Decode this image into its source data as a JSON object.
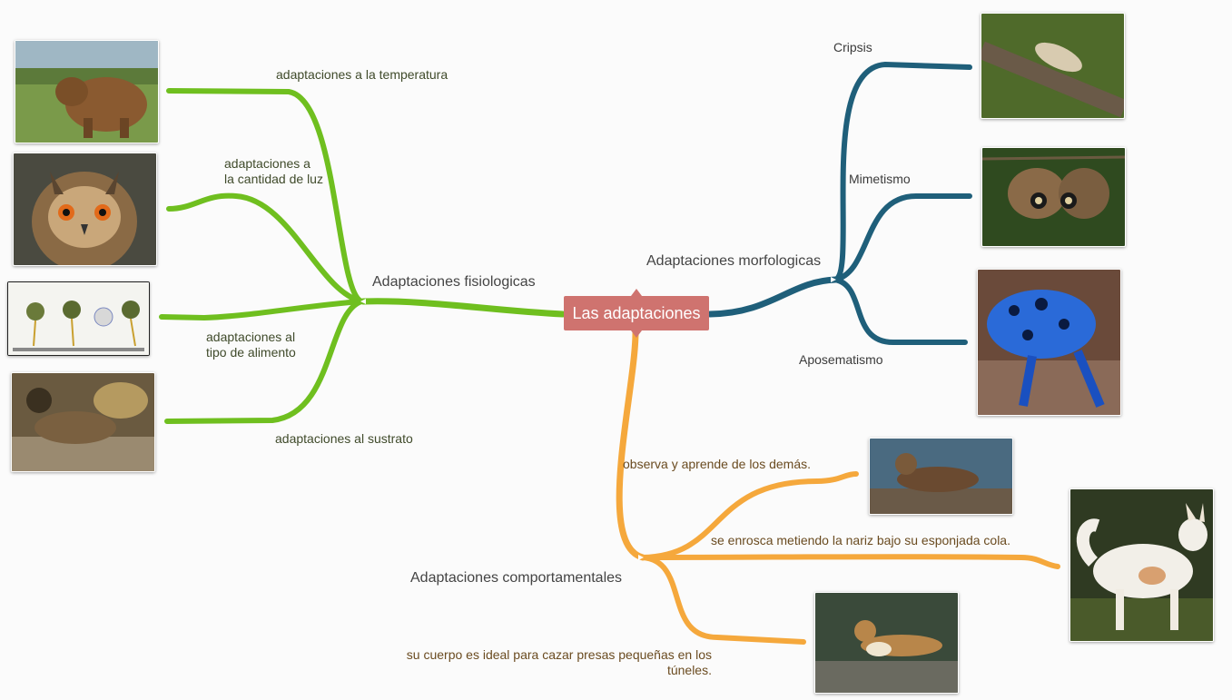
{
  "root": {
    "label": "Las adaptaciones",
    "color": "#cf736f"
  },
  "branches": {
    "fisiologicas": {
      "label": "Adaptaciones fisiologicas",
      "color": "#6fbf1f",
      "children": [
        {
          "label": "adaptaciones a la temperatura",
          "image": "bear-photo"
        },
        {
          "label_lines": [
            "adaptaciones a",
            "la cantidad de luz"
          ],
          "image": "owl-photo"
        },
        {
          "label_lines": [
            "adaptaciones al",
            "tipo de alimento"
          ],
          "image": "insect-mouthparts-diagram"
        },
        {
          "label": "adaptaciones al sustrato",
          "image": "camouflaged-fish-photo"
        }
      ]
    },
    "morfologicas": {
      "label": "Adaptaciones morfologicas",
      "color": "#1f5f7a",
      "children": [
        {
          "label": "Cripsis",
          "image": "moth-on-twig-photo"
        },
        {
          "label": "Mimetismo",
          "image": "owl-butterfly-photo"
        },
        {
          "label": "Aposematismo",
          "image": "blue-poison-frog-photo"
        }
      ]
    },
    "comportamentales": {
      "label": "Adaptaciones comportamentales",
      "color": "#f5a83c",
      "children": [
        {
          "label": "observa y aprende de los demás.",
          "image": "otter-photo"
        },
        {
          "label": "se enrosca metiendo la nariz bajo su esponjada cola.",
          "image": "white-dog-photo"
        },
        {
          "label_lines": [
            "su cuerpo es ideal para cazar presas pequeñas en los",
            "túneles."
          ],
          "image": "weasel-photo"
        }
      ]
    }
  }
}
